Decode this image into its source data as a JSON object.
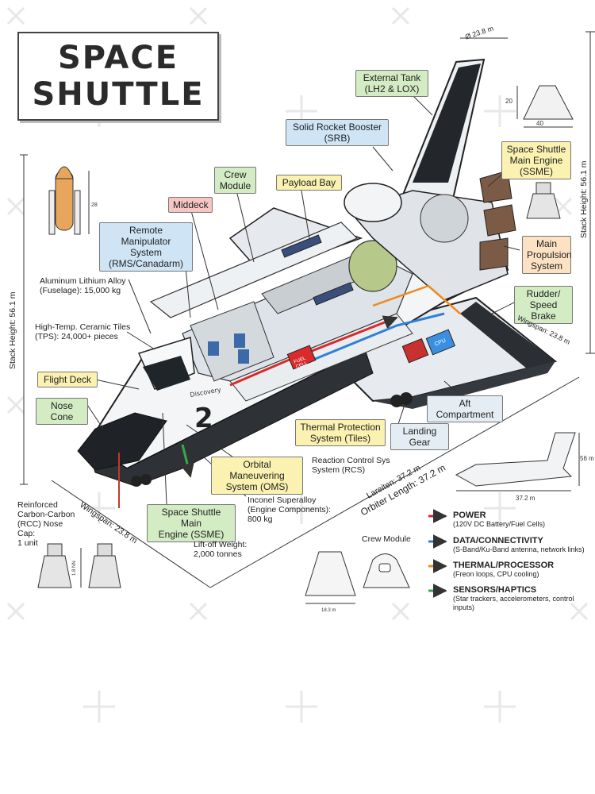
{
  "title": {
    "line1": "SPACE",
    "line2": "SHUTTLE"
  },
  "labels": {
    "external_tank": "External Tank\n(LH2 & LOX)",
    "srb": "Solid Rocket Booster\n(SRB)",
    "crew_module": "Crew\nModule",
    "payload_bay": "Payload Bay",
    "middeck": "Middeck",
    "rms": "Remote Manipulator\nSystem\n(RMS/Canadarm)",
    "ssme_top": "Space Shuttle\nMain Engine\n(SSME)",
    "main_propulsion": "Main\nPropulsion\nSystem",
    "rudder": "Rudder/\nSpeed Brake",
    "flight_deck": "Flight Deck",
    "nose_cone": "Nose Cone",
    "aft_compartment": "Aft Compartment",
    "thermal_protection": "Thermal Protection\nSystem (Tiles)",
    "landing_gear": "Landing Gear",
    "oms": "Orbital Maneuvering\nSystem (OMS)",
    "ssme_bottom": "Space Shuttle Main\nEngine (SSME)"
  },
  "notes": {
    "aluminum": "Aluminum Lithium Alloy\n(Fuselage): 15,000 kg",
    "tiles": "High-Temp. Ceramic Tiles\n(TPS): 24,000+ pieces",
    "rcs": "Reaction Control Sys\nSystem (RCS)",
    "inconel": "Inconel Superalloy\n(Engine Components):\n800 kg",
    "rcc": "Reinforced\nCarbon-Carbon\n(RCC) Nose Cap:\n1 unit",
    "liftoff": "Lift-off Weight:\n2,000 tonnes",
    "crew_module_small": "Crew Module"
  },
  "dimensions": {
    "stack_height_left": "Stack Height: 56.1 m",
    "stack_height_right": "Stack Height: 56.1 m",
    "wingspan_top": "Wingspan: 23.8 m",
    "wingspan_bottom": "Wingspan: 23.8 m",
    "lareiten": "Lareiten: 37.2 m",
    "orbiter_length": "Orbiter Length: 37.2 m",
    "diameter": "Ø 23.8 m",
    "capsule_w": "40",
    "capsule_h": "20",
    "side_length": "37.2 m",
    "side_height": "56 m",
    "rocket_h": "28",
    "engine_h": "1.8 NN",
    "capsule_small_w": "18.3 m",
    "fuel_cell": "FUEL\nCELL",
    "cpu": "CPU",
    "decal_num": "2",
    "decal_name": "Discovery"
  },
  "legend": [
    {
      "title": "POWER",
      "sub": "(120V DC Battery/Fuel Cells)",
      "color": "#d92b2b"
    },
    {
      "title": "DATA/CONNECTIVITY",
      "sub": "(S-Band/Ku-Band antenna, network links)",
      "color": "#2f7fd6"
    },
    {
      "title": "THERMAL/PROCESSOR",
      "sub": "(Freon loops, CPU cooling)",
      "color": "#f08a1c"
    },
    {
      "title": "SENSORS/HAPTICS",
      "sub": "(Star trackers, accelerometers, control inputs)",
      "color": "#3aa84a"
    }
  ]
}
